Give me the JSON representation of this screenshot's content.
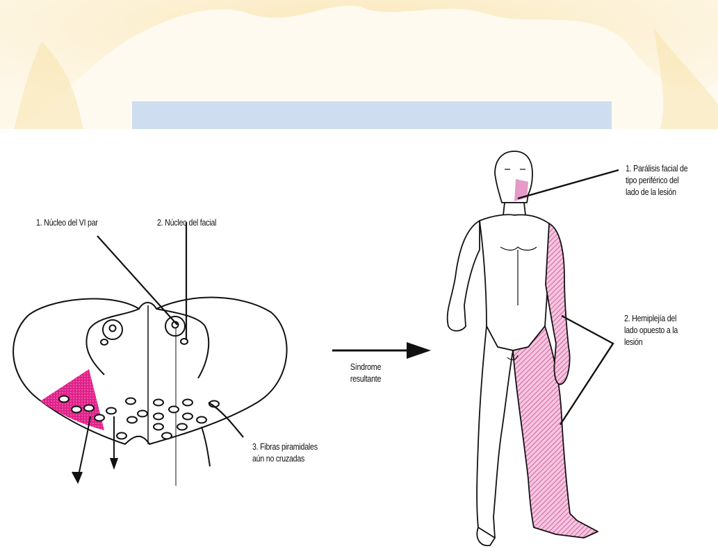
{
  "labels": {
    "nucleo_vi": "1. Núcleo del VI par",
    "nucleo_facial": "2. Núcleo del facial",
    "fibras": "3. Fibras piramidales\naún no cruzadas",
    "sindrome": "Síndrome\nresultante",
    "paralisis": "1. Parálisis facial de\ntipo periférico del\nlado de la lesión",
    "hemiplejia": "2. Hemiplejía del\nlado opuesto a la\nlesión"
  },
  "colors": {
    "lesion": "#e0218a",
    "hatch": "#e59ac8",
    "line": "#111111",
    "banner_yellow": "#f8e6b0",
    "banner_blue": "#c5d6ee"
  }
}
